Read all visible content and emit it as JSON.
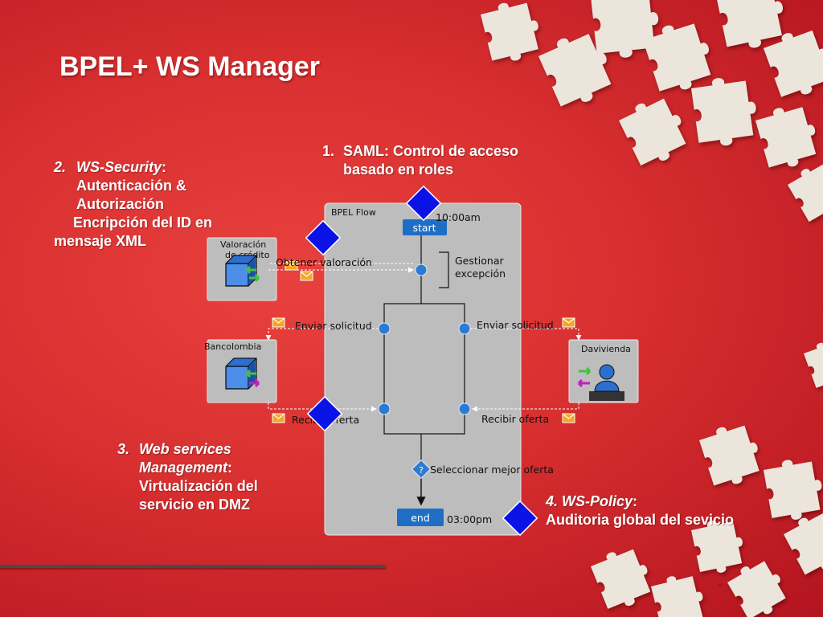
{
  "slide": {
    "title": "BPEL+ WS Manager",
    "colors": {
      "background": "#d82f30",
      "puzzle": "#ede6dc",
      "diamond": "#0a12e6",
      "bpel_box": "#bdbdbd",
      "node": "#2a7bd6"
    }
  },
  "notes": {
    "saml": {
      "num": "1.",
      "line1": "SAML: Control de acceso",
      "line2": "basado en roles"
    },
    "security": {
      "num": "2.",
      "term": "WS-Security",
      "suffix": ":",
      "line2": "Autenticación &",
      "line3": "Autorización",
      "line4": "Encripción del ID en",
      "line5": "mensaje XML"
    },
    "management": {
      "num": "3.",
      "line1": "Web services",
      "line2_term": "Management",
      "line2_suffix": ":",
      "line3": "Virtualización del",
      "line4": "servicio en DMZ"
    },
    "policy": {
      "num": "4.",
      "term": "WS-Policy",
      "suffix": ":",
      "line2": "Auditoria global del sevicio"
    }
  },
  "diagram": {
    "flow_label": "BPEL Flow",
    "start_label": "start",
    "end_label": "end",
    "start_time": "10:00am",
    "end_time": "03:00pm",
    "obtain": "Obtener valoración",
    "handle_line1": "Gestionar",
    "handle_line2": "excepción",
    "send_left": "Enviar solicitud",
    "send_right": "Enviar solicitud",
    "receive_left": "Recibir oferta",
    "receive_right": "Recibir oferta",
    "select": "Seleccionar mejor oferta",
    "decision_glyph": "?",
    "partners": {
      "credit_line1": "Valoración",
      "credit_line2": "de crédito",
      "bancolombia": "Bancolombia",
      "davivienda": "Davivienda"
    },
    "icons": [
      "server-cube-icon",
      "person-at-desk-icon",
      "envelope-icon",
      "exchange-arrows-icon"
    ]
  }
}
